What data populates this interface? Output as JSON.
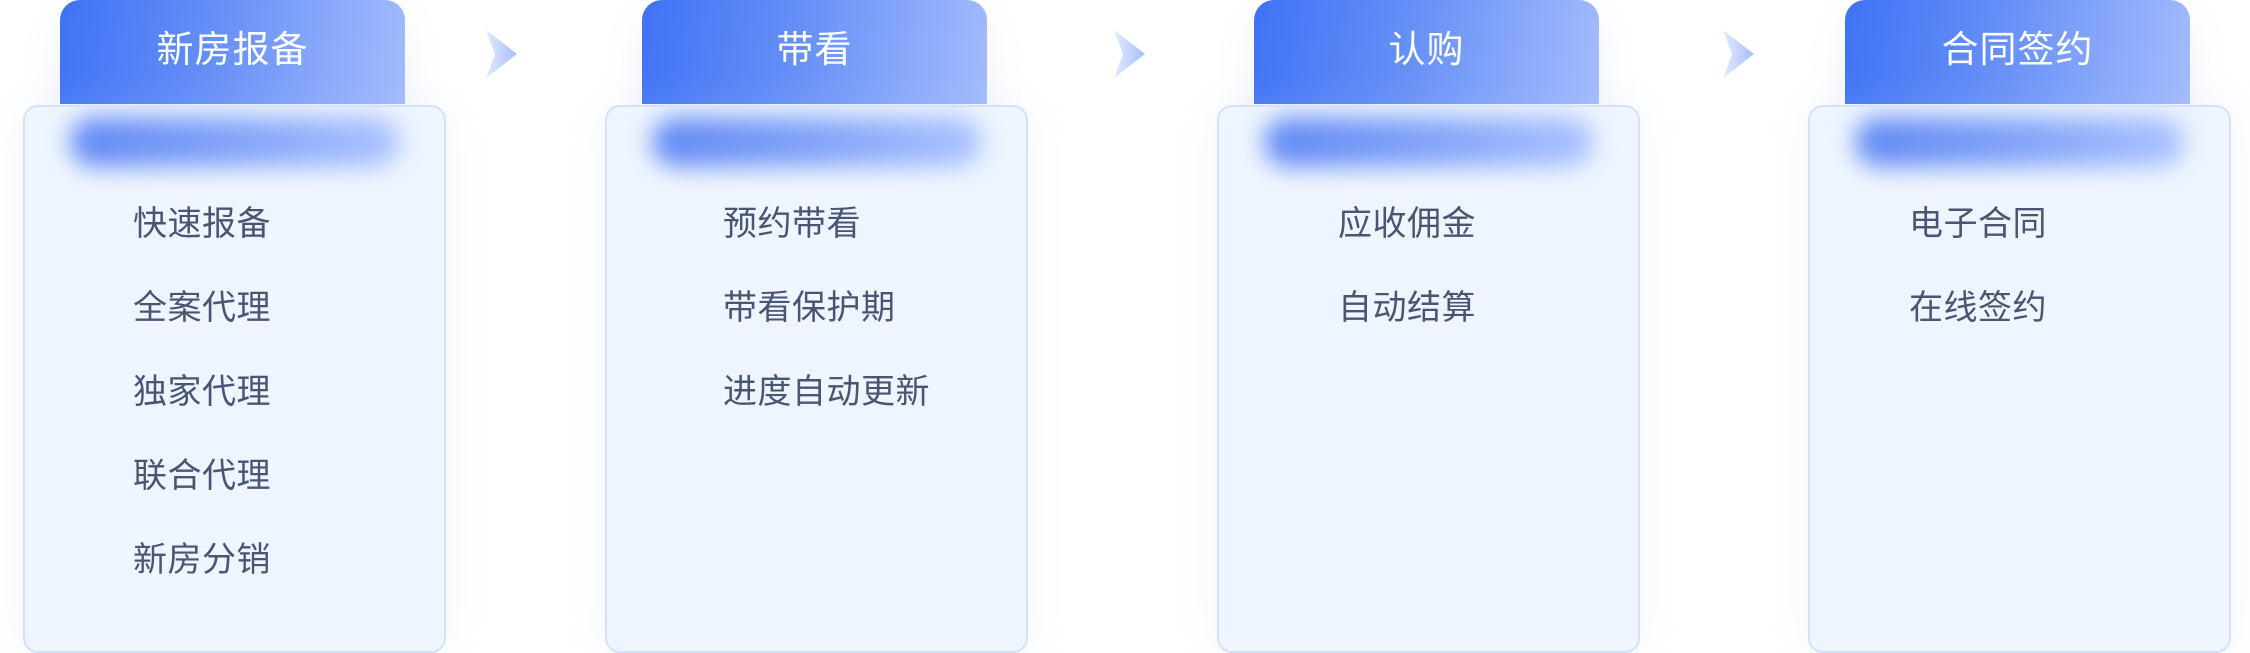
{
  "colors": {
    "tab_gradient_start": "#3f72f5",
    "tab_gradient_end": "#a4bcfd",
    "card_background": "#eef5fe",
    "card_border": "#d3e2f8",
    "item_text": "#4a5573",
    "title_text": "#ffffff",
    "arrow_light": "#e3ebff",
    "arrow_dark": "#a6bdfb"
  },
  "stages": [
    {
      "title": "新房报备",
      "items": [
        "快速报备",
        "全案代理",
        "独家代理",
        "联合代理",
        "新房分销"
      ]
    },
    {
      "title": "带看",
      "items": [
        "预约带看",
        "带看保护期",
        "进度自动更新"
      ]
    },
    {
      "title": "认购",
      "items": [
        "应收佣金",
        "自动结算"
      ]
    },
    {
      "title": "合同签约",
      "items": [
        "电子合同",
        "在线签约"
      ]
    }
  ],
  "arrows": [
    {
      "icon": "chevron-right-icon"
    },
    {
      "icon": "chevron-right-icon"
    },
    {
      "icon": "chevron-right-icon"
    }
  ]
}
